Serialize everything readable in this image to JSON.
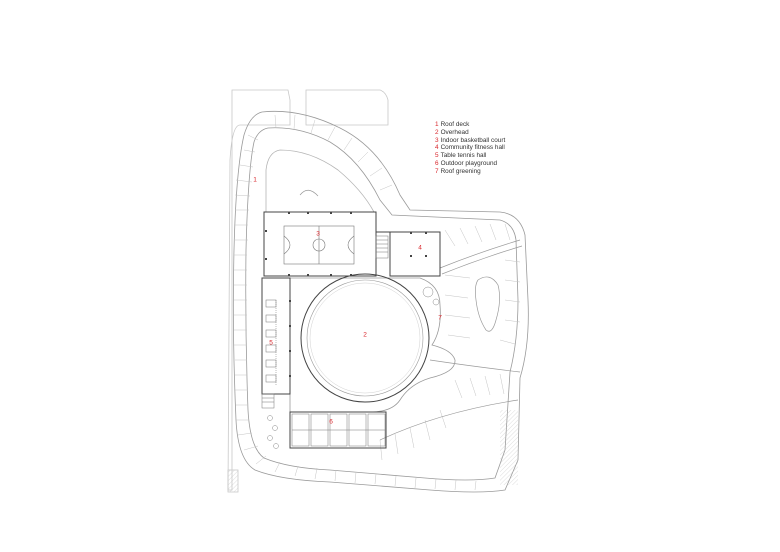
{
  "legend": [
    {
      "num": "1",
      "label": "Roof deck"
    },
    {
      "num": "2",
      "label": "Overhead"
    },
    {
      "num": "3",
      "label": "Indoor basketball court"
    },
    {
      "num": "4",
      "label": "Community fitness hall"
    },
    {
      "num": "5",
      "label": "Table tennis hall"
    },
    {
      "num": "6",
      "label": "Outdoor playground"
    },
    {
      "num": "7",
      "label": "Roof greening"
    }
  ],
  "zone_labels": {
    "z1": "1",
    "z2": "2",
    "z3": "3",
    "z4": "4",
    "z5": "5",
    "z6": "6",
    "z7": "7"
  },
  "colors": {
    "line": "#9a9a9a",
    "dark": "#444444",
    "accent": "#d9262b"
  }
}
